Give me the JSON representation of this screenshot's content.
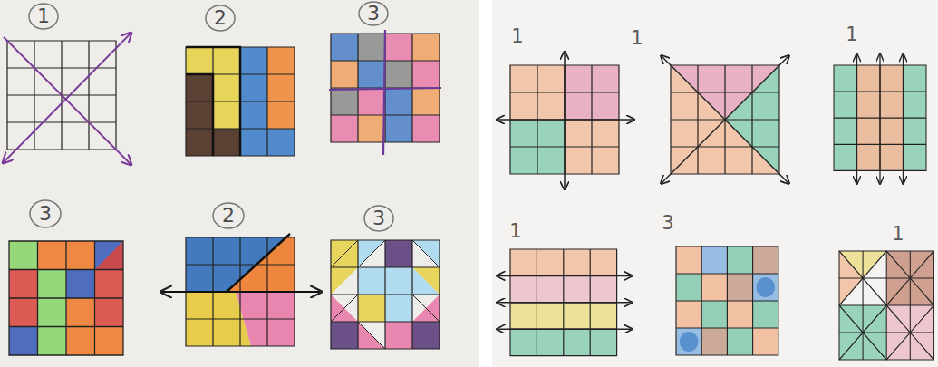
{
  "diagram": {
    "labels": [
      "1",
      "2",
      "3",
      "3",
      "2",
      "3",
      "1",
      "1",
      "1",
      "1",
      "3",
      "1"
    ]
  }
}
